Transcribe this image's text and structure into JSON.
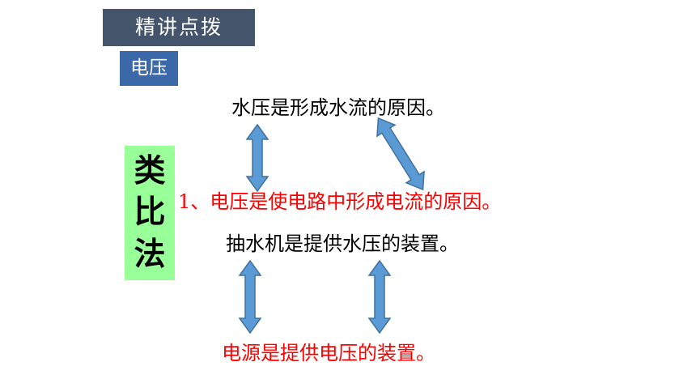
{
  "header": {
    "title": "精讲点拨"
  },
  "section": {
    "tag": "电压"
  },
  "method": {
    "chars": [
      "类",
      "比",
      "法"
    ]
  },
  "lines": {
    "water_pressure": "水压是形成水流的原因。",
    "voltage_cause": "1、电压是使电路中形成电流的原因。",
    "pump": "抽水机是提供水压的装置。",
    "power_source": "电源是提供电压的装置。"
  },
  "colors": {
    "header_bg": "#44546a",
    "tag_bg": "#3b68a8",
    "method_bg": "#99ff99",
    "arrow_fill": "#5b9bd5",
    "arrow_stroke": "#41719c",
    "highlight_text": "#ff0000"
  },
  "icons": [
    "double-arrow-icon"
  ]
}
